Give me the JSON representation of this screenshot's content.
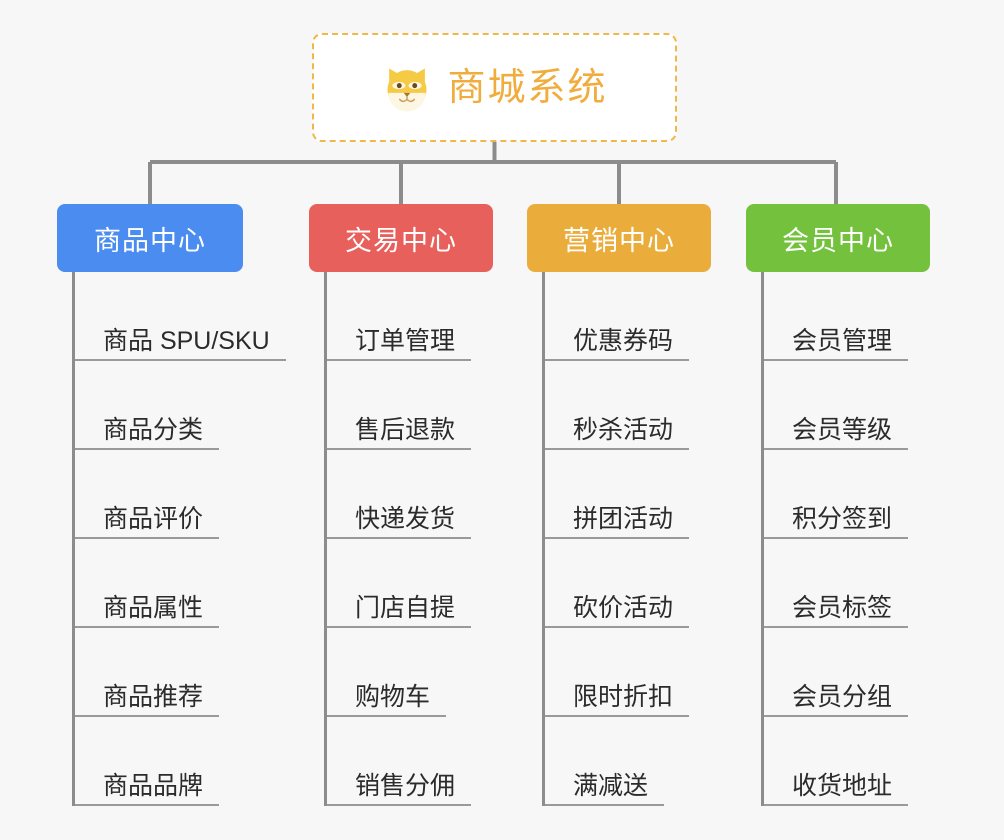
{
  "page": {
    "background_color": "#f7f7f7",
    "type": "mindmap"
  },
  "root": {
    "title": "商城系统",
    "icon": "shiba-dog-face-icon",
    "text_color": "#f0ad3e",
    "border_color": "#f0b849",
    "border_style": "dashed",
    "background_color": "#ffffff"
  },
  "connector": {
    "color": "#8c8c8c"
  },
  "categories": [
    {
      "label": "商品中心",
      "color": "#4a8cf0",
      "items": [
        "商品 SPU/SKU",
        "商品分类",
        "商品评价",
        "商品属性",
        "商品推荐",
        "商品品牌"
      ]
    },
    {
      "label": "交易中心",
      "color": "#e8605c",
      "items": [
        "订单管理",
        "售后退款",
        "快递发货",
        "门店自提",
        "购物车",
        "销售分佣"
      ]
    },
    {
      "label": "营销中心",
      "color": "#eaad3c",
      "items": [
        "优惠券码",
        "秒杀活动",
        "拼团活动",
        "砍价活动",
        "限时折扣",
        "满减送"
      ]
    },
    {
      "label": "会员中心",
      "color": "#73c13c",
      "items": [
        "会员管理",
        "会员等级",
        "积分签到",
        "会员标签",
        "会员分组",
        "收货地址"
      ]
    }
  ]
}
